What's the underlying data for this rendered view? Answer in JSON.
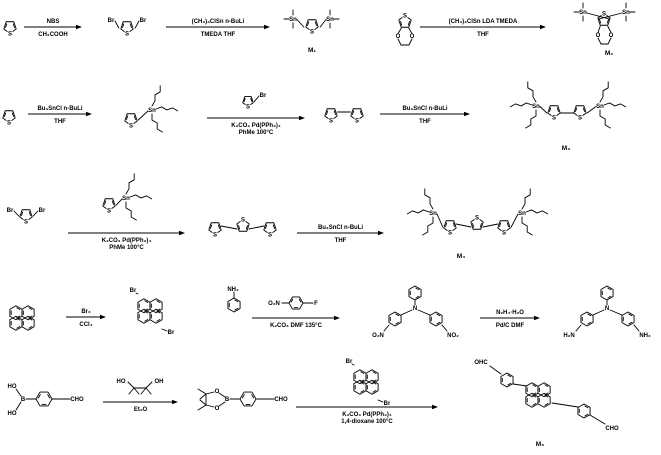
{
  "rows": [
    {
      "name": "row1",
      "arrows": [
        {
          "name": "arrow-nbs",
          "above": "NBS",
          "below": "CH₃COOH"
        },
        {
          "name": "arrow-m1",
          "above": "(CH₃)₃ClSn  n-BuLi",
          "below": "TMEDA THF"
        },
        {
          "name": "arrow-m2",
          "above": "(CH₃)₃ClSn  LDA  TMEDA",
          "below": "THF"
        }
      ],
      "labels": [
        {
          "name": "label-m1",
          "text": "M₁"
        },
        {
          "name": "label-m2",
          "text": "M₂"
        }
      ]
    },
    {
      "name": "row2",
      "arrows": [
        {
          "name": "arrow-bu3sncl-1",
          "above": "Bu₃SnCl  n-BuLi",
          "below": "THF"
        },
        {
          "name": "arrow-stille-1",
          "above": "",
          "below": "K₂CO₃  Pd(PPh₃)₄",
          "below2": "PhMe 100°C"
        },
        {
          "name": "arrow-bu3sncl-2",
          "above": "Bu₃SnCl  n-BuLi",
          "below": "THF"
        }
      ],
      "labels": [
        {
          "name": "label-m3",
          "text": "M₃"
        }
      ]
    },
    {
      "name": "row3",
      "arrows": [
        {
          "name": "arrow-stille-2",
          "above": "",
          "below": "K₂CO₃  Pd(PPh₃)₄",
          "below2": "PhMe 100°C"
        },
        {
          "name": "arrow-bu3sncl-3",
          "above": "Bu₃SnCl  n-BuLi",
          "below": "THF"
        }
      ],
      "labels": [
        {
          "name": "label-m4",
          "text": "M₄"
        }
      ]
    },
    {
      "name": "row4",
      "arrows": [
        {
          "name": "arrow-br2",
          "above": "Br₂",
          "below": "CCl₄"
        },
        {
          "name": "arrow-snar",
          "above": "",
          "below": "K₂CO₃  DMF  135°C"
        },
        {
          "name": "arrow-reduction",
          "above": "N₂H₄·H₂O",
          "below": "Pd/C  DMF"
        }
      ],
      "labels": []
    },
    {
      "name": "row5",
      "arrows": [
        {
          "name": "arrow-pinacol",
          "above": "",
          "below": "Et₂O"
        },
        {
          "name": "arrow-suzuki",
          "above": "",
          "below": "K₂CO₃  Pd(PPh₃)₄",
          "below2": "1,4-dioxane 100°C"
        }
      ],
      "labels": [
        {
          "name": "label-m5",
          "text": "M₅"
        }
      ]
    }
  ],
  "atoms": {
    "s": "S",
    "br": "Br",
    "sn": "Sn",
    "n": "N",
    "f": "F",
    "o": "O",
    "b": "B",
    "ho": "HO",
    "oh": "OH",
    "nh2": "NH₂",
    "h2n": "H₂N",
    "o2n": "O₂N",
    "no2": "NO₂",
    "cho": "CHO",
    "ohc": "OHC"
  }
}
